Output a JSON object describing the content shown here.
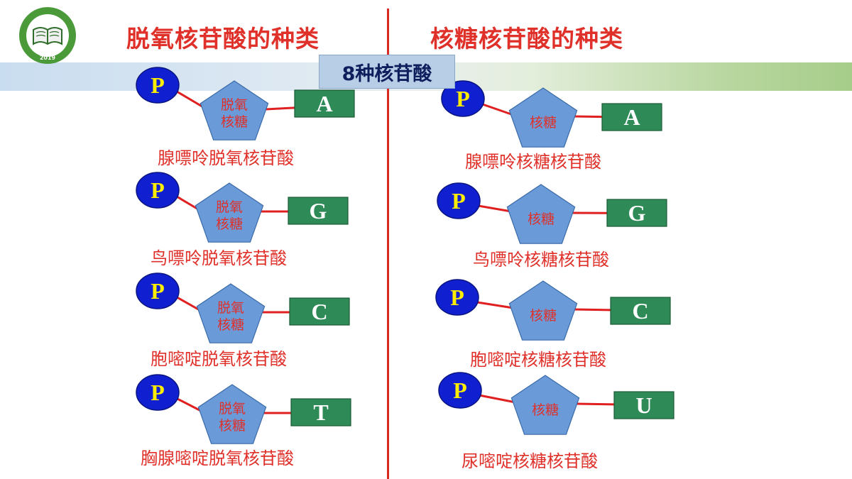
{
  "titles": {
    "left": "脱氧核苷酸的种类",
    "right": "核糖核苷酸的种类",
    "center_badge": "8种核苷酸"
  },
  "logo": {
    "year": "2019"
  },
  "colors": {
    "accent_red": "#e0302a",
    "phosphate_blue": "#1020d0",
    "phosphate_label": "#ffee00",
    "sugar_blue": "#6a9ad8",
    "base_green": "#2e8a57",
    "badge_bg": "#b8cde6"
  },
  "phosphate_label": "P",
  "deoxy": [
    {
      "sugar": [
        "脱氧",
        "核糖"
      ],
      "base": "A",
      "name": "腺嘌呤脱氧核苷酸"
    },
    {
      "sugar": [
        "脱氧",
        "核糖"
      ],
      "base": "G",
      "name": "鸟嘌呤脱氧核苷酸"
    },
    {
      "sugar": [
        "脱氧",
        "核糖"
      ],
      "base": "C",
      "name": "胞嘧啶脱氧核苷酸"
    },
    {
      "sugar": [
        "脱氧",
        "核糖"
      ],
      "base": "T",
      "name": "胸腺嘧啶脱氧核苷酸"
    }
  ],
  "ribo": [
    {
      "sugar": [
        "核糖"
      ],
      "base": "A",
      "name": "腺嘌呤核糖核苷酸"
    },
    {
      "sugar": [
        "核糖"
      ],
      "base": "G",
      "name": "鸟嘌呤核糖核苷酸"
    },
    {
      "sugar": [
        "核糖"
      ],
      "base": "C",
      "name": "胞嘧啶核糖核苷酸"
    },
    {
      "sugar": [
        "核糖"
      ],
      "base": "U",
      "name": "尿嘧啶核糖核苷酸"
    }
  ]
}
